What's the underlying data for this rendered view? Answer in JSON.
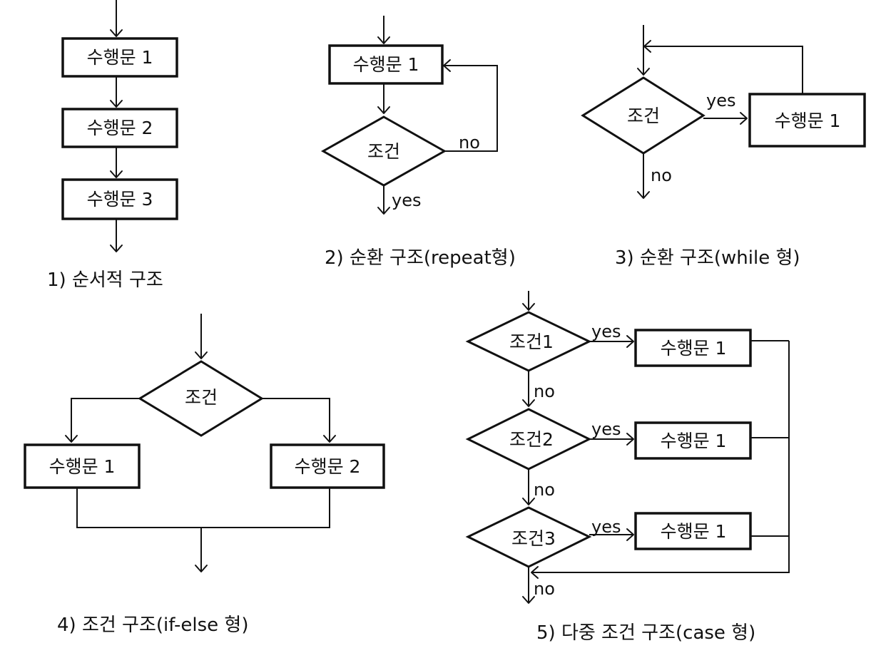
{
  "diagram1": {
    "caption": "1) 순서적 구조",
    "boxes": [
      "수행문 1",
      "수행문 2",
      "수행문 3"
    ]
  },
  "diagram2": {
    "caption": "2) 순환 구조(repeat형)",
    "box": "수행문 1",
    "condition": "조건",
    "no_label": "no",
    "yes_label": "yes"
  },
  "diagram3": {
    "caption": "3) 순환 구조(while 형)",
    "box": "수행문 1",
    "condition": "조건",
    "yes_label": "yes",
    "no_label": "no"
  },
  "diagram4": {
    "caption": "4) 조건 구조(if-else 형)",
    "condition": "조건",
    "box_left": "수행문 1",
    "box_right": "수행문 2"
  },
  "diagram5": {
    "caption": "5) 다중 조건 구조(case 형)",
    "conditions": [
      "조건1",
      "조건2",
      "조건3"
    ],
    "boxes": [
      "수행문 1",
      "수행문 1",
      "수행문 1"
    ],
    "yes_label": "yes",
    "no_label": "no"
  }
}
